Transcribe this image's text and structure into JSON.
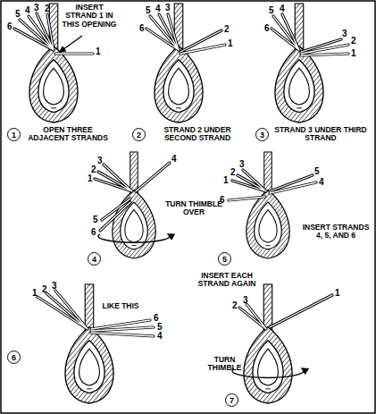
{
  "diagram": {
    "nodes": [
      {
        "text": [
          "1"
        ]
      },
      {
        "text": [
          "2"
        ]
      },
      {
        "text": [
          "3"
        ]
      },
      {
        "text": [
          "4"
        ]
      },
      {
        "text": [
          "5"
        ]
      },
      {
        "text": [
          "6"
        ]
      },
      {
        "text": [
          "7"
        ]
      }
    ],
    "labels": [
      "INSERT STRAND 1 IN THIS OPENING",
      "5",
      "4",
      "3",
      "2",
      "6",
      "1",
      "OPEN THREE ADJACENT STRANDS",
      "5",
      "4",
      "3",
      "6",
      "2",
      "1",
      "STRAND 2 UNDER SECOND STRAND",
      "5",
      "4",
      "6",
      "3",
      "2",
      "1",
      "STRAND 3 UNDER THIRD STRAND",
      "3",
      "2",
      "1",
      "4",
      "TURN THIMBLE OVER",
      "5",
      "6",
      "3",
      "2",
      "1",
      "5",
      "4",
      "6",
      "INSERT STRANDS 4, 5, AND 6",
      "1",
      "2",
      "3",
      "6",
      "5",
      "4",
      "LIKE THIS",
      "INSERT EACH STRAND AGAIN",
      "2",
      "3",
      "1",
      "TURN THIMBLE"
    ]
  }
}
